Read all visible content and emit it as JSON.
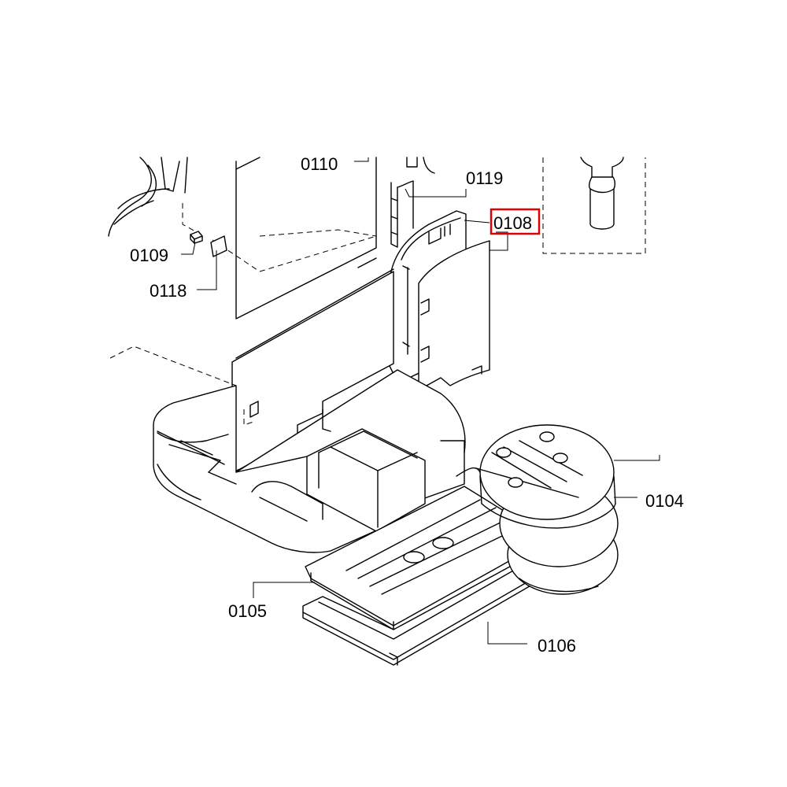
{
  "labels": {
    "p0110": "0110",
    "p0119": "0119",
    "p0108": "0108",
    "p0109": "0109",
    "p0118": "0118",
    "p0104": "0104",
    "p0105": "0105",
    "p0106": "0106"
  },
  "highlight": {
    "part": "0108",
    "color": "#e00000"
  }
}
